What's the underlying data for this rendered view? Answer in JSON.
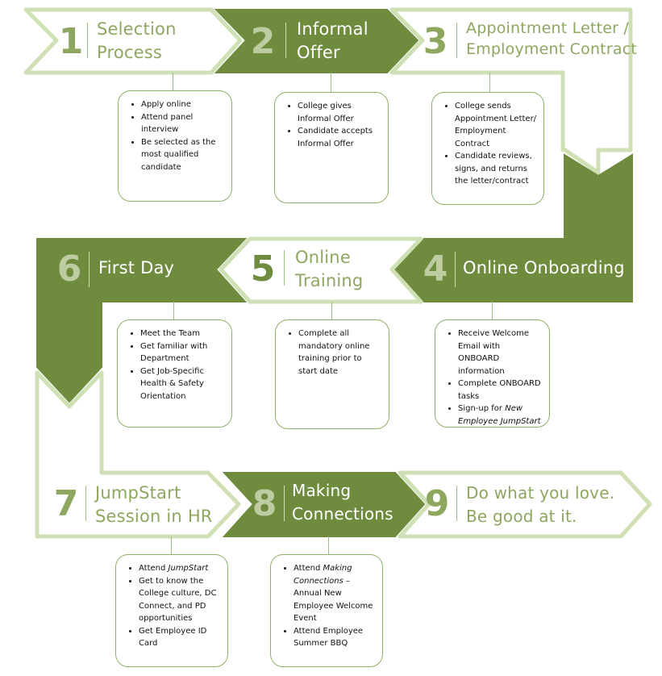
{
  "colors": {
    "dark_green": "#6f8b3e",
    "light_green": "#cfe0b4",
    "outline_green": "#a3c283",
    "number_on_dark": "#dfe9cc",
    "number_on_light": "#8ea75f",
    "title_on_light": "#8ea75f",
    "title_on_dark": "#ffffff"
  },
  "steps": [
    {
      "num": "1",
      "title_l1": "Selection",
      "title_l2": "Process",
      "style": "light",
      "items": [
        {
          "t": "Apply online"
        },
        {
          "t": "Attend panel interview"
        },
        {
          "t": "Be selected as the most qualified candidate"
        }
      ]
    },
    {
      "num": "2",
      "title_l1": "Informal",
      "title_l2": "Offer",
      "style": "dark",
      "items": [
        {
          "t": "College gives Informal Offer"
        },
        {
          "t": "Candidate accepts Informal Offer"
        }
      ]
    },
    {
      "num": "3",
      "title_l1": "Appointment Letter /",
      "title_l2": "Employment Contract",
      "style": "light",
      "items": [
        {
          "t": "College sends Appointment Letter/ Employment Contract"
        },
        {
          "t": "Candidate reviews, signs, and returns the letter/contract"
        }
      ]
    },
    {
      "num": "4",
      "title_l1": "Online Onboarding",
      "title_l2": "",
      "style": "dark",
      "items": [
        {
          "t": "Receive Welcome Email with ONBOARD information"
        },
        {
          "t": "Complete ONBOARD tasks"
        },
        {
          "t": "Sign-up for ",
          "i": "New Employee JumpStart"
        }
      ]
    },
    {
      "num": "5",
      "title_l1": "Online",
      "title_l2": "Training",
      "style": "light",
      "items": [
        {
          "t": "Complete all mandatory online training prior to start date"
        }
      ]
    },
    {
      "num": "6",
      "title_l1": "First Day",
      "title_l2": "",
      "style": "dark",
      "items": [
        {
          "t": "Meet the Team"
        },
        {
          "t": "Get familiar with Department"
        },
        {
          "t": "Get Job-Specific Health & Safety Orientation"
        }
      ]
    },
    {
      "num": "7",
      "title_l1": "JumpStart",
      "title_l2": "Session in HR",
      "style": "light",
      "items": [
        {
          "t": "Attend ",
          "i": "JumpStart"
        },
        {
          "t": "Get to know the College culture, DC Connect, and PD opportunities"
        },
        {
          "t": "Get Employee ID Card"
        }
      ]
    },
    {
      "num": "8",
      "title_l1": "Making",
      "title_l2": "Connections",
      "style": "dark",
      "items": [
        {
          "t": "Attend ",
          "i": "Making Connections",
          "t2": " – Annual New Employee Welcome Event"
        },
        {
          "t": "Attend Employee Summer BBQ"
        }
      ]
    },
    {
      "num": "9",
      "title_l1": "Do what you love.",
      "title_l2": "Be good at it.",
      "style": "light",
      "items": []
    }
  ]
}
